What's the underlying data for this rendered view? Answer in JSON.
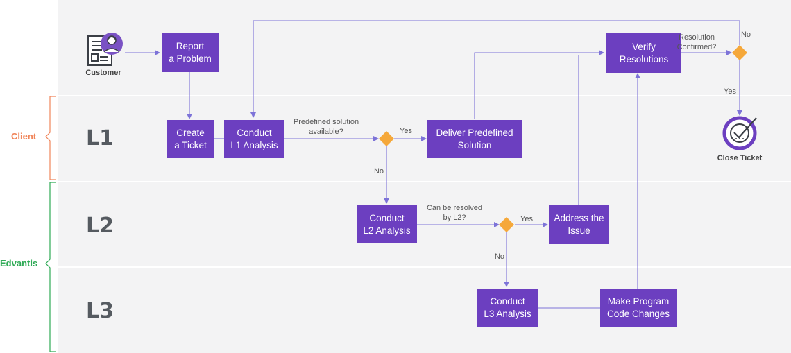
{
  "lanes": {
    "l1": "L1",
    "l2": "L2",
    "l3": "L3"
  },
  "groups": {
    "client": "Client",
    "edvantis": "Edvantis"
  },
  "customer": {
    "label": "Customer"
  },
  "close_ticket": {
    "label": "Close Ticket"
  },
  "steps": {
    "report_problem": "Report\na Problem",
    "create_ticket": "Create\na Ticket",
    "conduct_l1": "Conduct\nL1 Analysis",
    "deliver_predefined": "Deliver Predefined\nSolution",
    "conduct_l2": "Conduct\nL2 Analysis",
    "address_issue": "Address the\nIssue",
    "conduct_l3": "Conduct\nL3 Analysis",
    "make_program": "Make Program\nCode Changes",
    "verify": "Verify\nResolutions"
  },
  "decisions": {
    "predefined": "Predefined solution\navailable?",
    "resolved_l2": "Can be resolved\nby L2?",
    "confirmed": "Resolution\nConfirmed?"
  },
  "answers": {
    "yes": "Yes",
    "no": "No"
  },
  "colors": {
    "box": "#6c3fc0",
    "diamond": "#f5a83a",
    "client": "#f0855a",
    "edvantis": "#2eaa55",
    "line": "#7d73d8"
  },
  "icons": {
    "customer": "customer-form-icon",
    "close": "check-circle-icon"
  }
}
